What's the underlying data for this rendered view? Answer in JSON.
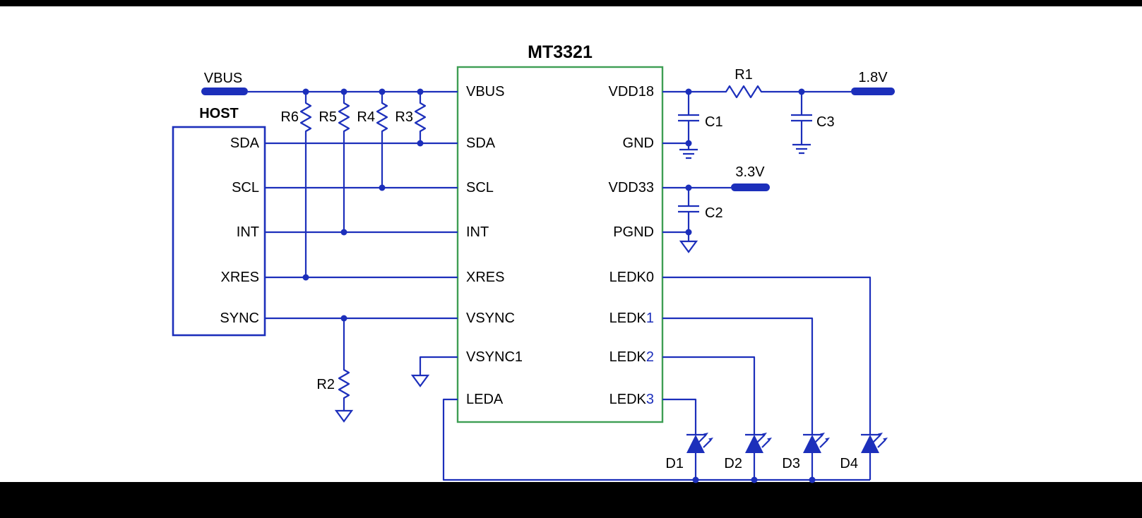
{
  "colors": {
    "wire": "#1c2fbb",
    "chip_border": "#3e9e54",
    "ink": "#000000",
    "background": "#ffffff",
    "letterbox": "#000000"
  },
  "chip": {
    "title": "MT3321",
    "left_pins": [
      "VBUS",
      "SDA",
      "SCL",
      "INT",
      "XRES",
      "VSYNC",
      "VSYNC1",
      "LEDA"
    ],
    "right_pins": [
      {
        "base": "VDD18",
        "accent": ""
      },
      {
        "base": "GND",
        "accent": ""
      },
      {
        "base": "VDD33",
        "accent": ""
      },
      {
        "base": "PGND",
        "accent": ""
      },
      {
        "base": "LEDK0",
        "accent": ""
      },
      {
        "base": "LEDK",
        "accent": "1"
      },
      {
        "base": "LEDK",
        "accent": "2"
      },
      {
        "base": "LEDK",
        "accent": "3"
      }
    ]
  },
  "host": {
    "label": "HOST",
    "pins": [
      "SDA",
      "SCL",
      "INT",
      "XRES",
      "SYNC"
    ]
  },
  "supplies": {
    "vbus": "VBUS",
    "v1_8": "1.8V",
    "v3_3": "3.3V"
  },
  "components": {
    "resistors": {
      "r1": "R1",
      "r2": "R2",
      "r3": "R3",
      "r4": "R4",
      "r5": "R5",
      "r6": "R6"
    },
    "capacitors": {
      "c1": "C1",
      "c2": "C2",
      "c3": "C3"
    },
    "leds": {
      "d1": "D1",
      "d2": "D2",
      "d3": "D3",
      "d4": "D4"
    }
  }
}
